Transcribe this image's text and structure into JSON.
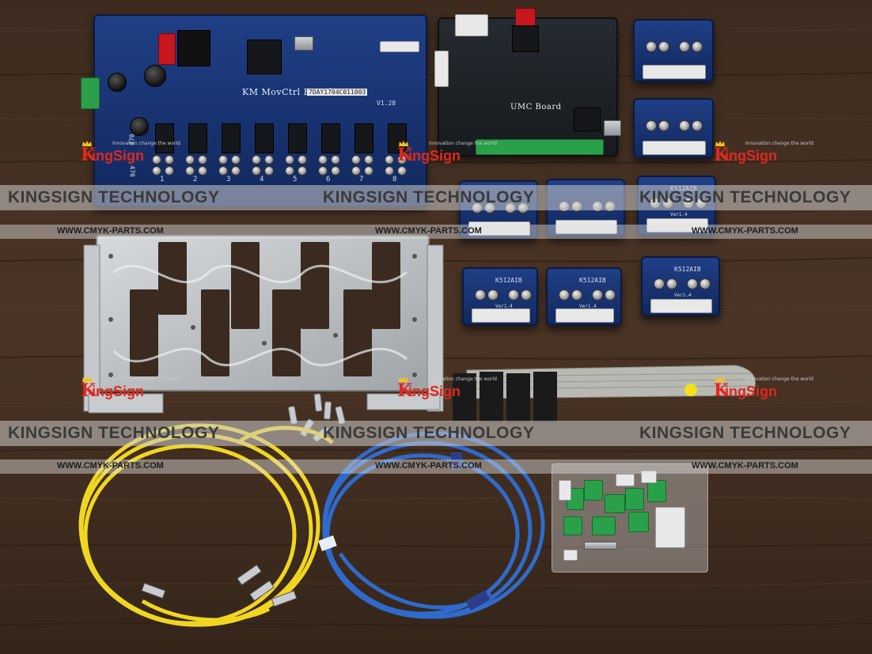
{
  "watermark": {
    "company": "KINGSIGN TECHNOLOGY",
    "url": "WWW.CMYK-PARTS.COM",
    "logo_mark": "K",
    "logo_text": "ingSign",
    "logo_tagline": "Innovation change the world"
  },
  "boards": {
    "main_board_label": "KM MovCtrl Board-8H",
    "main_board_version": "V1.28",
    "main_board_serial": "7DAY1704C011003",
    "umc_board_label": "UMC Board",
    "head_board_label": "K512AIB",
    "head_board_version": "Ver1.4",
    "channel_numbers": [
      "1",
      "2",
      "3",
      "4",
      "5",
      "6",
      "7",
      "8"
    ],
    "cap_marking_1": "470",
    "cap_marking_2": "470"
  },
  "colors": {
    "pcb_blue": "#1b357a",
    "pcb_dark": "#1f2328",
    "logo_red": "#e0281f",
    "fiber_yellow": "#f0d620",
    "usb_blue": "#2f6fd6"
  }
}
